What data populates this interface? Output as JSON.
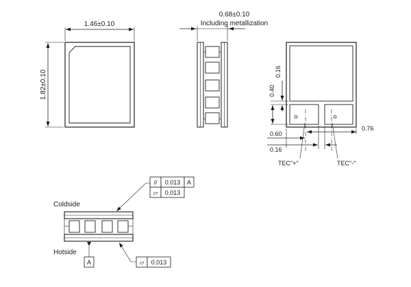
{
  "top_view": {
    "width_dim": "1.46±0.10",
    "height_dim": "1.82±0.10"
  },
  "side_view": {
    "thickness_dim": "0.68±0.10",
    "thickness_note": "Including metallization"
  },
  "bottom_view": {
    "dim_pad_h": "0.16",
    "dim_pad_offset": "0.40",
    "dim_060": "0.60",
    "dim_076": "0.76",
    "dim_016_bottom": "0.16",
    "label_plus": "TEC\"+\"",
    "label_minus": "TEC\"-\""
  },
  "section_view": {
    "coldside_label": "Coldside",
    "hotside_label": "Hotside",
    "gdt_top": {
      "parallelism_symbol": "//",
      "parallelism_value": "0.013",
      "parallelism_datum": "A",
      "flatness_symbol": "▱",
      "flatness_value": "0.013"
    },
    "gdt_bottom": {
      "flatness_symbol": "▱",
      "flatness_value": "0.013"
    },
    "datum_label": "A"
  }
}
